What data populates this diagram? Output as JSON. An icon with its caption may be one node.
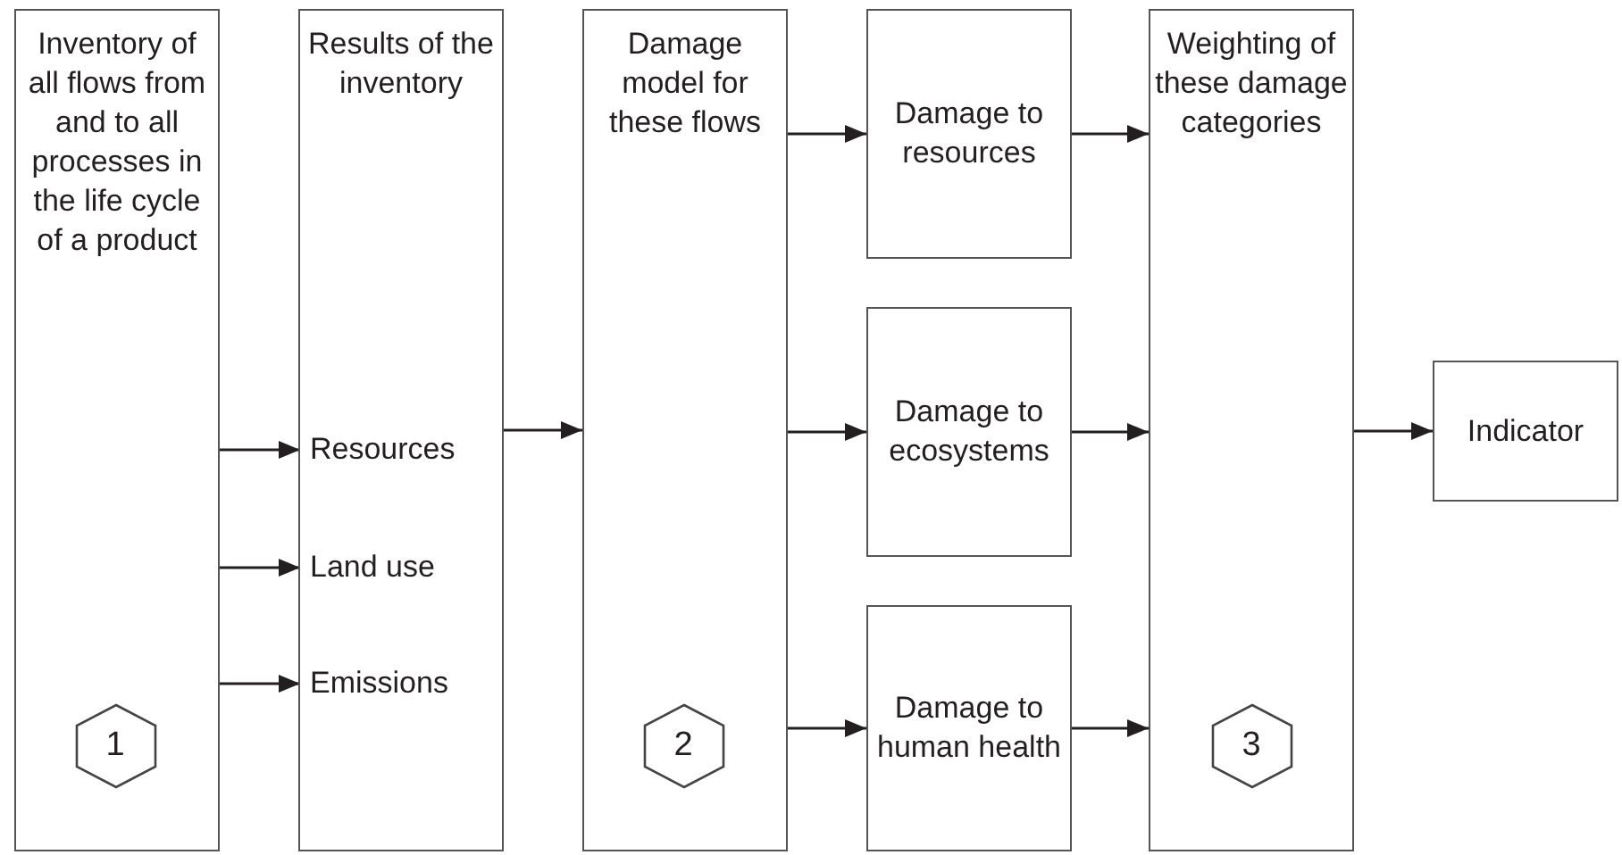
{
  "diagram": {
    "nodes": [
      {
        "text": [
          "Inventory of all flows from and to all processes in the life cycle of a product"
        ]
      },
      {
        "text": [
          "1"
        ],
        "in": 0
      },
      {
        "text": [
          "Results of the inventory"
        ]
      },
      {
        "text": [
          "Resources"
        ],
        "in": 2
      },
      {
        "text": [
          "Land use"
        ],
        "in": 2
      },
      {
        "text": [
          "Emissions"
        ],
        "in": 2
      },
      {
        "text": [
          "Damage model for these flows"
        ]
      },
      {
        "text": [
          "2"
        ],
        "in": 6
      },
      {
        "text": [
          "Damage to resources"
        ]
      },
      {
        "text": [
          "Damage to ecosystems"
        ]
      },
      {
        "text": [
          "Damage to human health"
        ]
      },
      {
        "text": [
          "Weighting of these damage categories"
        ]
      },
      {
        "text": [
          "3"
        ],
        "in": 11
      },
      {
        "text": [
          "Indicator"
        ]
      }
    ],
    "edges": [
      {
        "from": 0,
        "to": 3,
        "arrow": "to"
      },
      {
        "from": 0,
        "to": 4,
        "arrow": "to"
      },
      {
        "from": 0,
        "to": 5,
        "arrow": "to"
      },
      {
        "from": 2,
        "to": 6,
        "arrow": "to"
      },
      {
        "from": 6,
        "to": 8,
        "arrow": "to"
      },
      {
        "from": 6,
        "to": 9,
        "arrow": "to"
      },
      {
        "from": 6,
        "to": 10,
        "arrow": "to"
      },
      {
        "from": 8,
        "to": 11,
        "arrow": "to"
      },
      {
        "from": 9,
        "to": 11,
        "arrow": "to"
      },
      {
        "from": 10,
        "to": 11,
        "arrow": "to"
      },
      {
        "from": 11,
        "to": 13,
        "arrow": "to"
      }
    ]
  }
}
